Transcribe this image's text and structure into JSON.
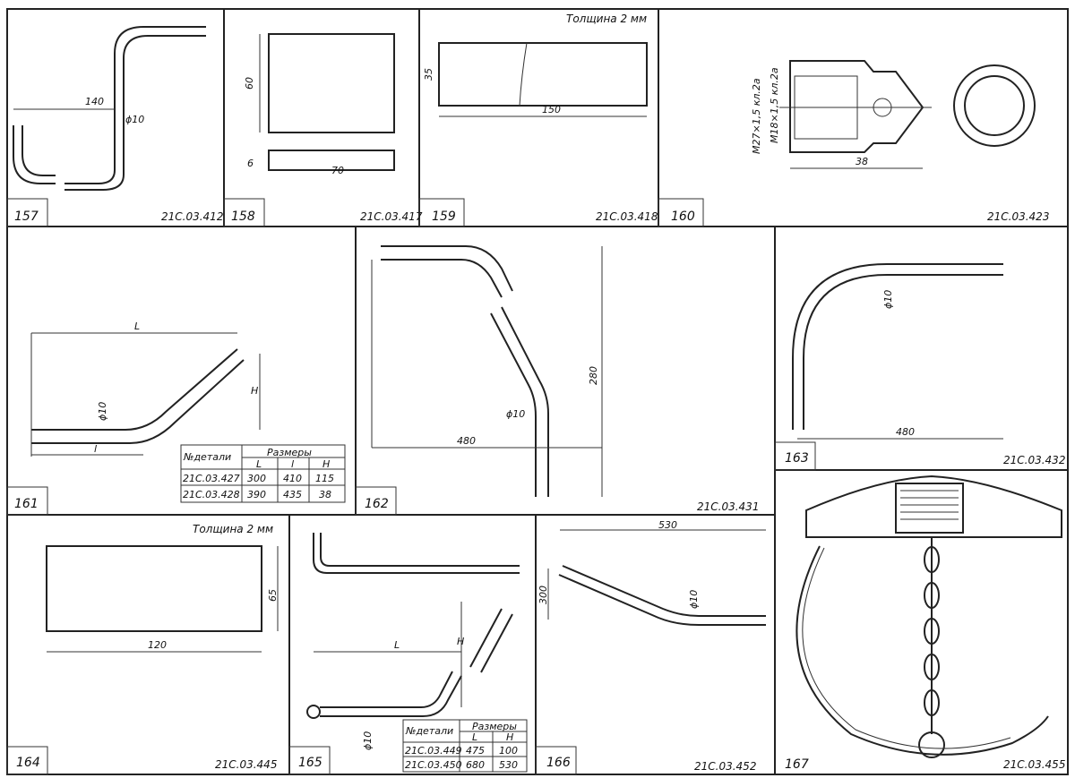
{
  "panels": [
    {
      "number": "157",
      "code": "21C.03.412",
      "dims": [
        "140",
        "ϕ10"
      ]
    },
    {
      "number": "158",
      "code": "21C.03.417",
      "dims": [
        "60",
        "6",
        "70"
      ]
    },
    {
      "number": "159",
      "code": "21C.03.418",
      "note": "Толщина 2 мм",
      "dims": [
        "35",
        "150"
      ]
    },
    {
      "number": "160",
      "code": "21C.03.423",
      "dims": [
        "M27×1,5 кл.2а",
        "M18×1,5 кл.2а",
        "38"
      ]
    },
    {
      "number": "161",
      "dims": [
        "L",
        "l",
        "H",
        "ϕ10"
      ],
      "table": {
        "col_part": "№детали",
        "col_sizes": "Размеры",
        "headers": [
          "L",
          "l",
          "H"
        ],
        "rows": [
          [
            "21C.03.427",
            "300",
            "410",
            "115"
          ],
          [
            "21C.03.428",
            "390",
            "435",
            "38"
          ]
        ]
      }
    },
    {
      "number": "162",
      "code": "21C.03.431",
      "dims": [
        "280",
        "480",
        "ϕ10"
      ]
    },
    {
      "number": "163",
      "code": "21C.03.432",
      "dims": [
        "ϕ10",
        "480"
      ]
    },
    {
      "number": "164",
      "code": "21C.03.445",
      "note": "Толщина 2 мм",
      "dims": [
        "65",
        "120"
      ]
    },
    {
      "number": "165",
      "dims": [
        "L",
        "H",
        "ϕ10"
      ],
      "table": {
        "col_part": "№детали",
        "col_sizes": "Размеры",
        "headers": [
          "L",
          "H"
        ],
        "rows": [
          [
            "21C.03.449",
            "475",
            "100"
          ],
          [
            "21C.03.450",
            "680",
            "530"
          ]
        ]
      }
    },
    {
      "number": "166",
      "code": "21C.03.452",
      "dims": [
        "530",
        "300",
        "ϕ10"
      ]
    },
    {
      "number": "167",
      "code": "21C.03.455"
    }
  ]
}
